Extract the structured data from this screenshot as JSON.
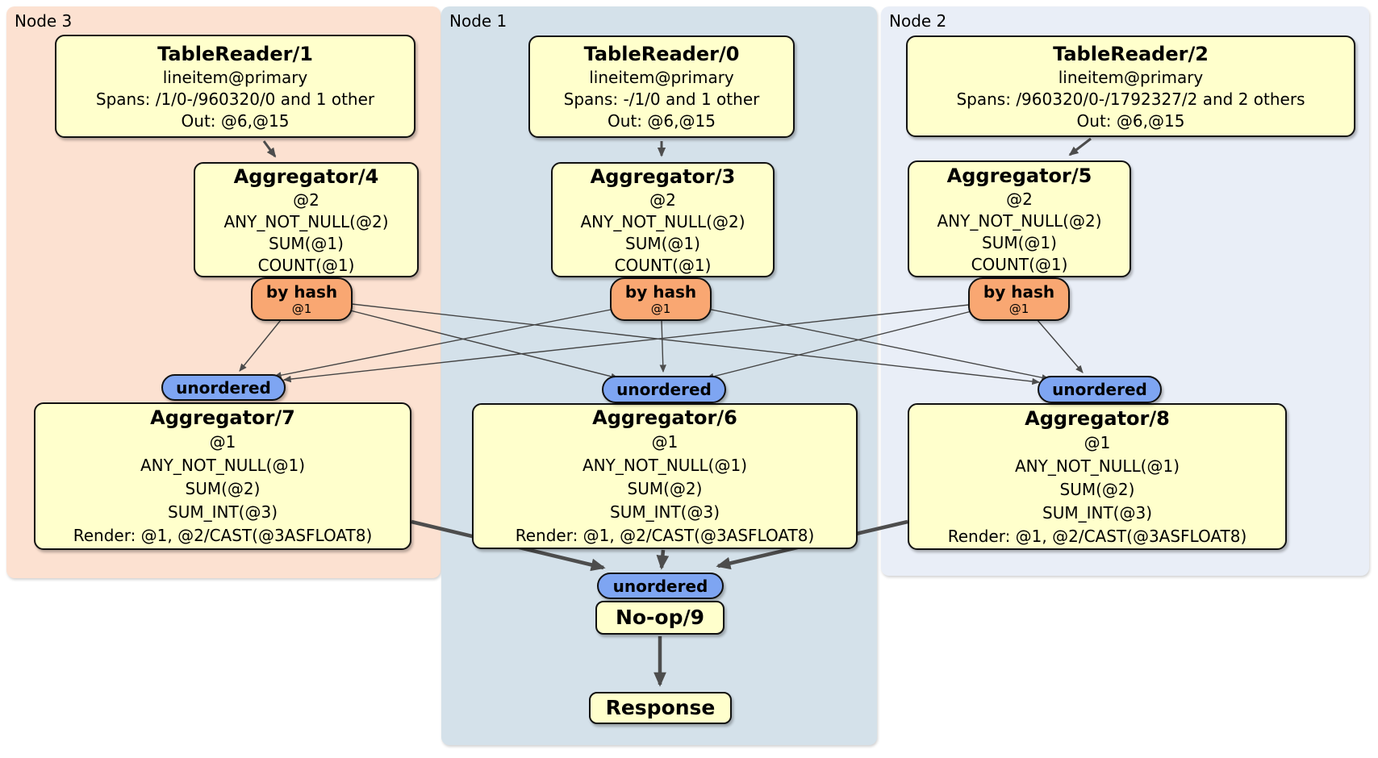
{
  "regions": {
    "node3": {
      "label": "Node 3"
    },
    "node1": {
      "label": "Node 1"
    },
    "node2": {
      "label": "Node 2"
    }
  },
  "processors": {
    "tr1": {
      "title": "TableReader/1",
      "lines": [
        "lineitem@primary",
        "Spans: /1/0-/960320/0 and 1 other",
        "Out: @6,@15"
      ]
    },
    "tr0": {
      "title": "TableReader/0",
      "lines": [
        "lineitem@primary",
        "Spans: -/1/0 and 1 other",
        "Out: @6,@15"
      ]
    },
    "tr2": {
      "title": "TableReader/2",
      "lines": [
        "lineitem@primary",
        "Spans: /960320/0-/1792327/2 and 2 others",
        "Out: @6,@15"
      ]
    },
    "agg4": {
      "title": "Aggregator/4",
      "lines": [
        "@2",
        "ANY_NOT_NULL(@2)",
        "SUM(@1)",
        "COUNT(@1)"
      ]
    },
    "agg3": {
      "title": "Aggregator/3",
      "lines": [
        "@2",
        "ANY_NOT_NULL(@2)",
        "SUM(@1)",
        "COUNT(@1)"
      ]
    },
    "agg5": {
      "title": "Aggregator/5",
      "lines": [
        "@2",
        "ANY_NOT_NULL(@2)",
        "SUM(@1)",
        "COUNT(@1)"
      ]
    },
    "agg7": {
      "title": "Aggregator/7",
      "lines": [
        "@1",
        "ANY_NOT_NULL(@1)",
        "SUM(@2)",
        "SUM_INT(@3)",
        "Render: @1, @2/CAST(@3ASFLOAT8)"
      ]
    },
    "agg6": {
      "title": "Aggregator/6",
      "lines": [
        "@1",
        "ANY_NOT_NULL(@1)",
        "SUM(@2)",
        "SUM_INT(@3)",
        "Render: @1, @2/CAST(@3ASFLOAT8)"
      ]
    },
    "agg8": {
      "title": "Aggregator/8",
      "lines": [
        "@1",
        "ANY_NOT_NULL(@1)",
        "SUM(@2)",
        "SUM_INT(@3)",
        "Render: @1, @2/CAST(@3ASFLOAT8)"
      ]
    },
    "noop": {
      "title": "No-op/9"
    },
    "response": {
      "title": "Response"
    }
  },
  "routers": {
    "by_hash": {
      "label": "by hash",
      "detail": "@1"
    },
    "unordered": {
      "label": "unordered"
    }
  },
  "colors": {
    "node3_bg": "#fce1d1",
    "node1_bg": "#d4e1ea",
    "node2_bg": "#e9eef7",
    "processor_bg": "#ffffcc",
    "hash_router_bg": "#f9a772",
    "unordered_router_bg": "#7ea5f2",
    "edge_stroke": "#4d4d4d"
  }
}
